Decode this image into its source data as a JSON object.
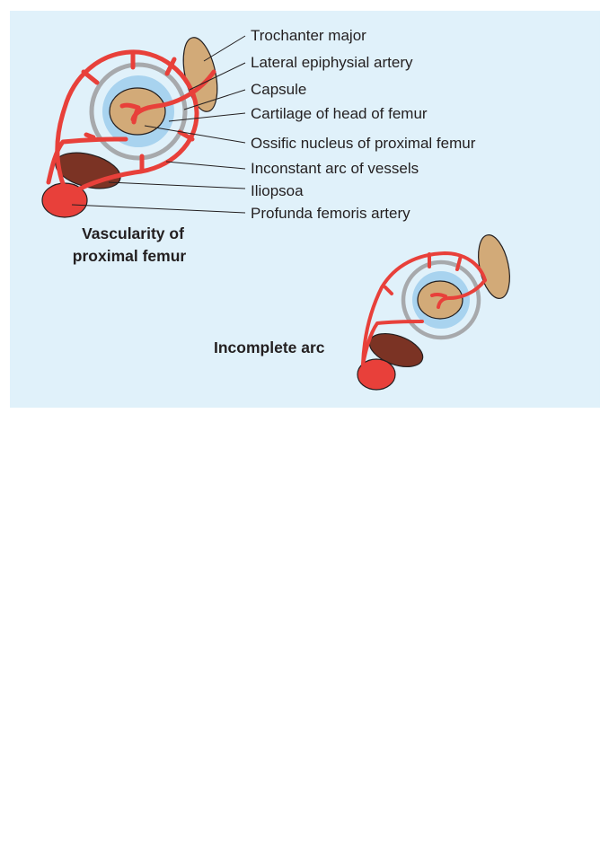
{
  "labels": {
    "trochanter_major": "Trochanter major",
    "lateral_epiphysial_artery": "Lateral epiphysial artery",
    "capsule": "Capsule",
    "cartilage_head_femur": "Cartilage of head of femur",
    "ossific_nucleus": "Ossific nucleus of proximal femur",
    "inconstant_arc": "Inconstant arc of vessels",
    "iliopsoa": "Iliopsoa",
    "profunda_femoris": "Profunda femoris artery"
  },
  "captions": {
    "main_line1": "Vascularity of",
    "main_line2": "proximal femur",
    "incomplete": "Incomplete arc"
  },
  "colors": {
    "background": "#e0f1fa",
    "artery": "#e8403a",
    "capsule_ring": "#a7a9ac",
    "cartilage": "#a8d3ef",
    "bone": "#d2aa78",
    "iliopsoa": "#7b3324",
    "profunda": "#e8403a"
  }
}
